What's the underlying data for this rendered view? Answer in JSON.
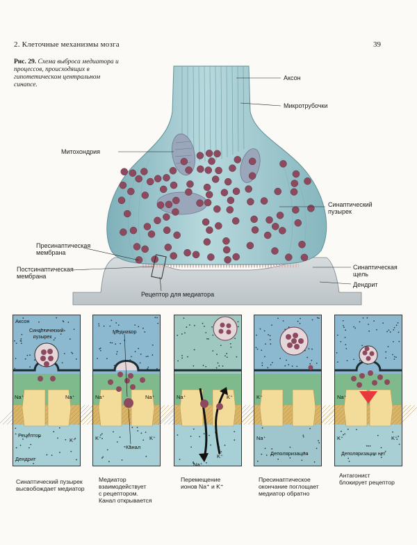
{
  "header": {
    "chapter": "2. Клеточные механизмы мозга",
    "page_number": "39"
  },
  "caption": {
    "fig_label": "Рис. 29.",
    "text": "Схема выброса медиатора и процессов, происходящих в гипотетическом центральном синапсе."
  },
  "main_labels": {
    "axon": "Аксон",
    "microtubules": "Микротрубочки",
    "mitochondrion": "Митохондрия",
    "synaptic_vesicle_l1": "Синаптический",
    "synaptic_vesicle_l2": "пузырек",
    "presynaptic_l1": "Пресинаптическая",
    "presynaptic_l2": "мембрана",
    "postsynaptic_l1": "Постсинаптическая",
    "postsynaptic_l2": "мембрана",
    "cleft_l1": "Синаптическая",
    "cleft_l2": "щель",
    "dendrite": "Дендрит",
    "receptor": "Рецептор для медиатора"
  },
  "panels": [
    {
      "inner": {
        "axon": "Аксон",
        "vesicle_l1": "Синаптический",
        "vesicle_l2": "пузырек",
        "receptor": "Рецептор",
        "dendrite": "Дендрит"
      },
      "ions": [
        "Na⁺",
        "Na⁺",
        "K⁺"
      ],
      "caption_lines": [
        "Синаптический пузырек",
        "высвобождает медиатор"
      ]
    },
    {
      "inner": {
        "mediator": "Медиатор",
        "channel": "Канал"
      },
      "ions": [
        "Na⁺",
        "Na⁺",
        "K⁺",
        "K⁺"
      ],
      "caption_lines": [
        "Медиатор",
        "взаимодействует",
        "с рецептором.",
        "Канал открывается"
      ]
    },
    {
      "inner": {},
      "ions": [
        "Na⁺",
        "K⁺",
        "Na⁺",
        "K⁺"
      ],
      "caption_lines": [
        "Перемещение",
        "ионов Na⁺ и K⁺"
      ]
    },
    {
      "inner": {
        "depolarization": "Деполяризация"
      },
      "ions": [
        "K⁺",
        "Na⁺"
      ],
      "caption_lines": [
        "Пресинаптическое",
        "окончание поглощает",
        "медиатор обратно"
      ]
    },
    {
      "inner": {
        "depolarization_none": "Деполяризации нет"
      },
      "ions": [
        "Na⁺",
        "K⁺",
        "K⁺"
      ],
      "caption_lines": [
        "Антагонист",
        "блокирует рецептор"
      ]
    }
  ],
  "colors": {
    "axon_fill": "#a9cdd2",
    "vesicle": "#8d4a5e",
    "postsynaptic": "#c8cdd0",
    "panel_top_blue": "#8cb9cf",
    "panel_green": "#7fba8c",
    "receptor": "#f3dc9a",
    "antagonist": "#e8383b"
  }
}
